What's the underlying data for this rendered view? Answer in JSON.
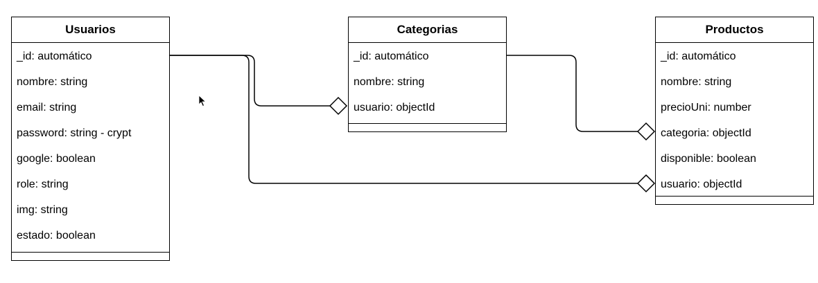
{
  "entities": {
    "usuarios": {
      "title": "Usuarios",
      "attributes": [
        "_id: automático",
        "nombre: string",
        "email: string",
        "password: string - crypt",
        "google: boolean",
        "role: string",
        "img: string",
        "estado: boolean"
      ]
    },
    "categorias": {
      "title": "Categorias",
      "attributes": [
        "_id: automático",
        "nombre: string",
        "usuario: objectId"
      ]
    },
    "productos": {
      "title": "Productos",
      "attributes": [
        "_id: automático",
        "nombre: string",
        "precioUni: number",
        "categoria: objectId",
        "disponible: boolean",
        "usuario: objectId"
      ]
    }
  },
  "relationships": [
    {
      "from": "usuarios._id",
      "to": "categorias.usuario",
      "end_marker": "hollow-diamond"
    },
    {
      "from": "categorias._id",
      "to": "productos.categoria",
      "end_marker": "hollow-diamond"
    },
    {
      "from": "usuarios._id",
      "to": "productos.usuario",
      "end_marker": "hollow-diamond"
    }
  ],
  "colors": {
    "line": "#000000",
    "background": "#ffffff",
    "box_fill": "#ffffff"
  },
  "icons": {
    "pointer": "mouse-pointer-icon"
  }
}
